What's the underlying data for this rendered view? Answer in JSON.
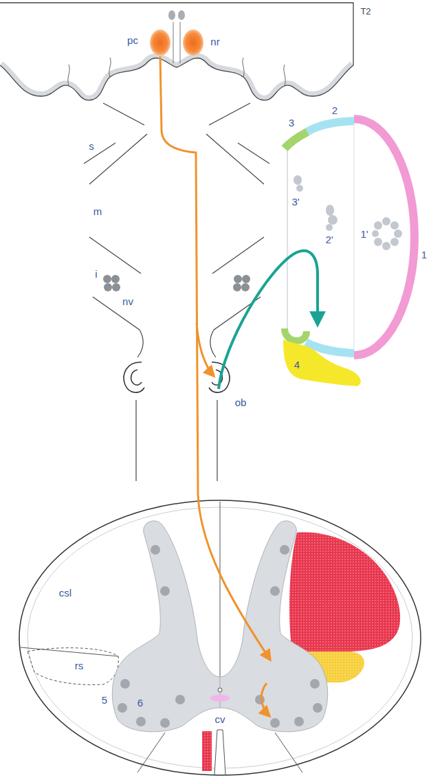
{
  "diagram": {
    "labels": [
      "T2",
      "pc",
      "nr",
      "2",
      "s",
      "3",
      "3'",
      "2'",
      "1'",
      "1",
      "m",
      "i",
      "nv",
      "4",
      "ob",
      "csl",
      "rs",
      "5",
      "6",
      "cv"
    ]
  }
}
